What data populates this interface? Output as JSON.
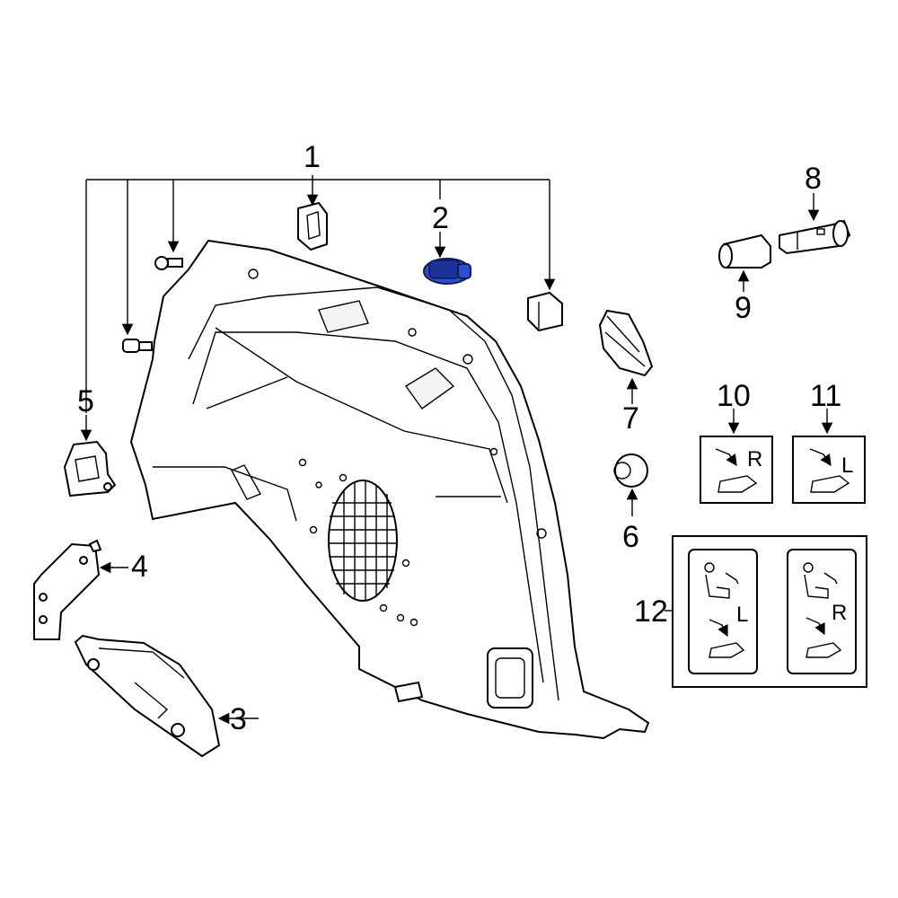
{
  "callouts": {
    "c1": "1",
    "c2": "2",
    "c3": "3",
    "c4": "4",
    "c5": "5",
    "c6": "6",
    "c7": "7",
    "c8": "8",
    "c9": "9",
    "c10": "10",
    "c11": "11",
    "c12": "12"
  },
  "decals": {
    "d10_letter": "R",
    "d11_letter": "L",
    "d12_left_letter": "L",
    "d12_right_letter": "R"
  },
  "colors": {
    "line": "#000000",
    "background": "#ffffff",
    "highlight_part": "#2e4fc9"
  }
}
